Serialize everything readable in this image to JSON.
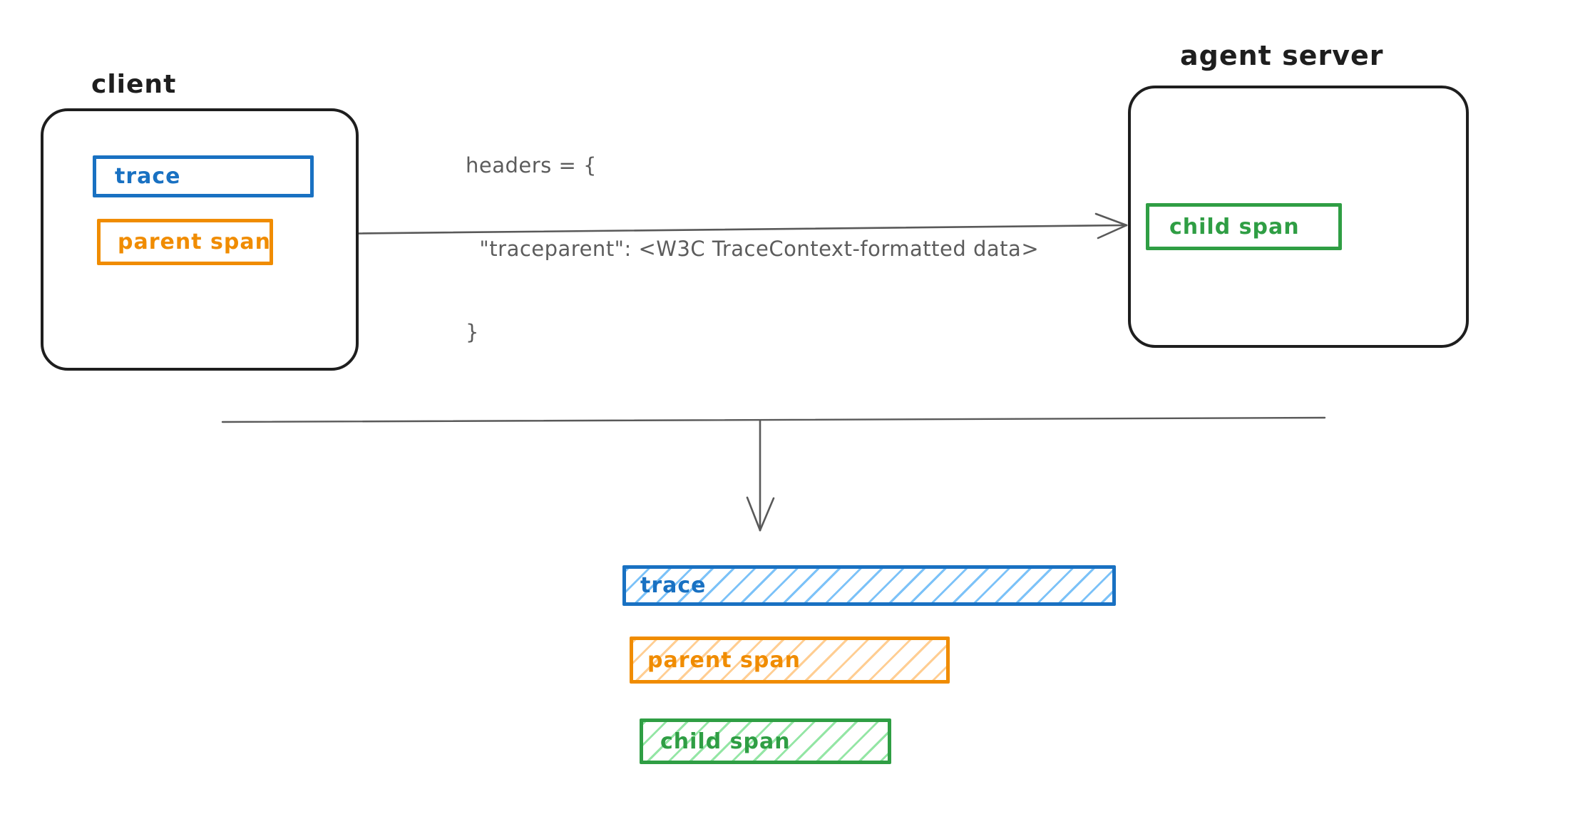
{
  "client": {
    "title": "client",
    "trace_label": "trace",
    "parent_span_label": "parent span"
  },
  "agent_server": {
    "title": "agent server",
    "child_span_label": "child span"
  },
  "headers_annotation": {
    "line1": "headers = {",
    "line2": "  \"traceparent\": <W3C TraceContext-formatted data>",
    "line3": "}"
  },
  "timeline_bars": [
    {
      "label": "trace",
      "color": "#1971c2"
    },
    {
      "label": "parent span",
      "color": "#f08c00"
    },
    {
      "label": "child span",
      "color": "#2f9e44"
    }
  ],
  "colors": {
    "trace_blue": "#1971c2",
    "parent_span_orange": "#f08c00",
    "child_span_green": "#2f9e44",
    "container_stroke": "#1e1e1e",
    "annotation_gray": "#5c5c5c"
  }
}
